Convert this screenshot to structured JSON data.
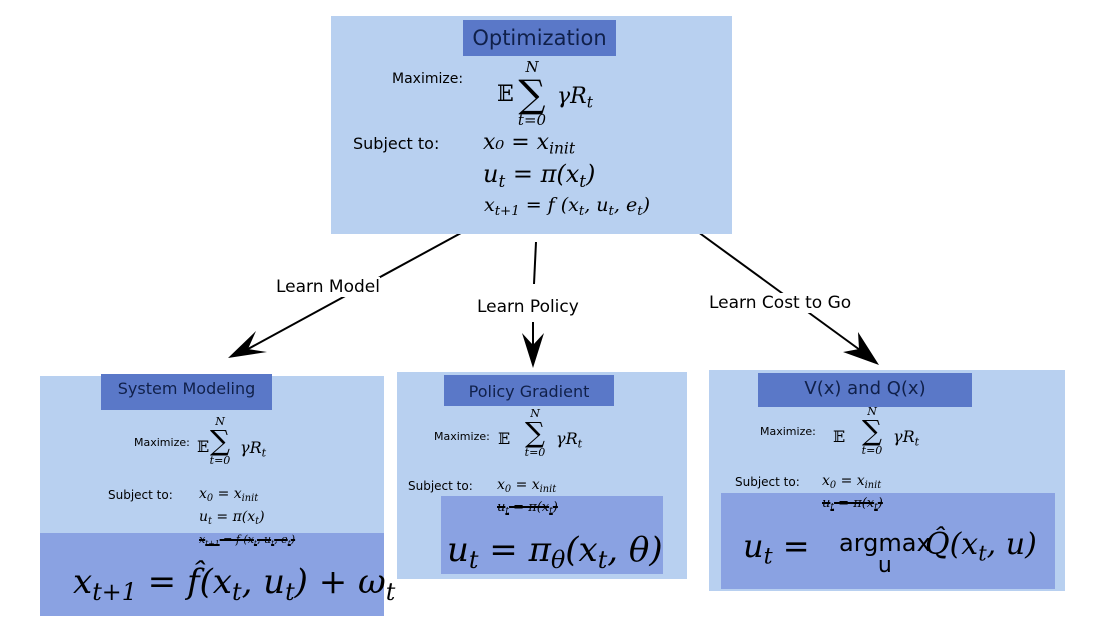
{
  "top": {
    "title": "Optimization",
    "maximize_label": "Maximize:",
    "subject_label": "Subject to:",
    "objective_E": "𝔼",
    "objective_term": "γR",
    "objective_sub": "t",
    "sum_upper": "N",
    "sum_lower": "t=0",
    "sum_symbol": "∑",
    "c1": "x₀ = x",
    "c1_sub": "init",
    "c2": "u = π(x )",
    "c3": "x = f (x , u , e )"
  },
  "edges": {
    "left": "Learn Model",
    "middle": "Learn Policy",
    "right": "Learn Cost to Go"
  },
  "left": {
    "title": "System Modeling",
    "maximize_label": "Maximize:",
    "subject_label": "Subject to:",
    "big": "x = f̂(x , u ) + ω"
  },
  "middle": {
    "title": "Policy Gradient",
    "maximize_label": "Maximize:",
    "subject_label": "Subject to:",
    "big": "u = π (x , θ)"
  },
  "right": {
    "title": "V(x) and Q(x)",
    "maximize_label": "Maximize:",
    "subject_label": "Subject to:",
    "argmax": "argmax",
    "argmax_under": "u"
  }
}
